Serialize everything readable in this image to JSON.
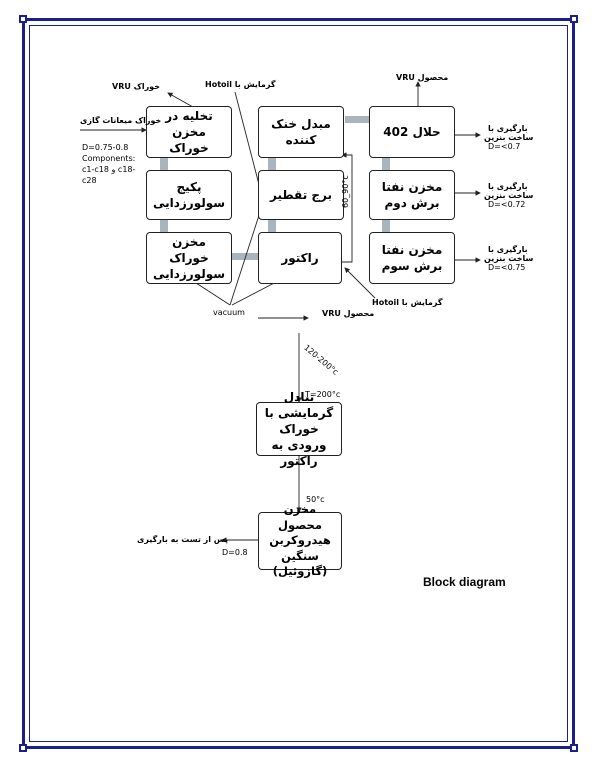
{
  "title": "Block diagram",
  "boxes": {
    "feed_tank": "تخلیه در مخزن خوراک",
    "sweetening_pkg": "پکیج سولورزدایی",
    "sweet_feed_tank": "مخزن خوراک سولورزدایی",
    "cooler": "مبدل خنک کننده",
    "distill": "برج تقطیر",
    "reactor": "راکتور",
    "solvent": "حلال 402",
    "cut2": "مخزن نفتا برش دوم",
    "cut3": "مخزن نفتا برش سوم",
    "hx": "تبادل گرمایشی با خوراک ورودی به راکتور",
    "heavy": "مخزن محصول هیدروکربن سنگین (گازوئیل)"
  },
  "labels": {
    "feed_vru": "خوراک VRU",
    "gas_feed": "خوراک میعانات گازی",
    "feed_d": "D=0.75-0.8",
    "components": "Components:",
    "comp_range": "c1-c18 و c18-",
    "comp_end": "c28",
    "hotoil_top": "گرمایش با Hotoil",
    "product_vru_top": "محصول VRU",
    "load1": "بارگیری با",
    "load1b": "ساخت بنزین",
    "d1": "D=<0.7",
    "load2": "بارگیری با",
    "load2b": "ساخت بنزین",
    "d2": "D=<0.72",
    "load3": "بارگیری با",
    "load3b": "ساخت بنزین",
    "d3": "D=<0.75",
    "temp_range": "60_90°c",
    "hotoil_bottom": "گرمایش با Hotoil",
    "vacuum": "vacuum",
    "product_vru_mid": "محصول VRU",
    "temp_120": "120-200°c",
    "temp_200": "T=200°c",
    "temp_50": "50°c",
    "after_test": "پس از تست به بارگیری",
    "d_heavy": "D=0.8"
  }
}
